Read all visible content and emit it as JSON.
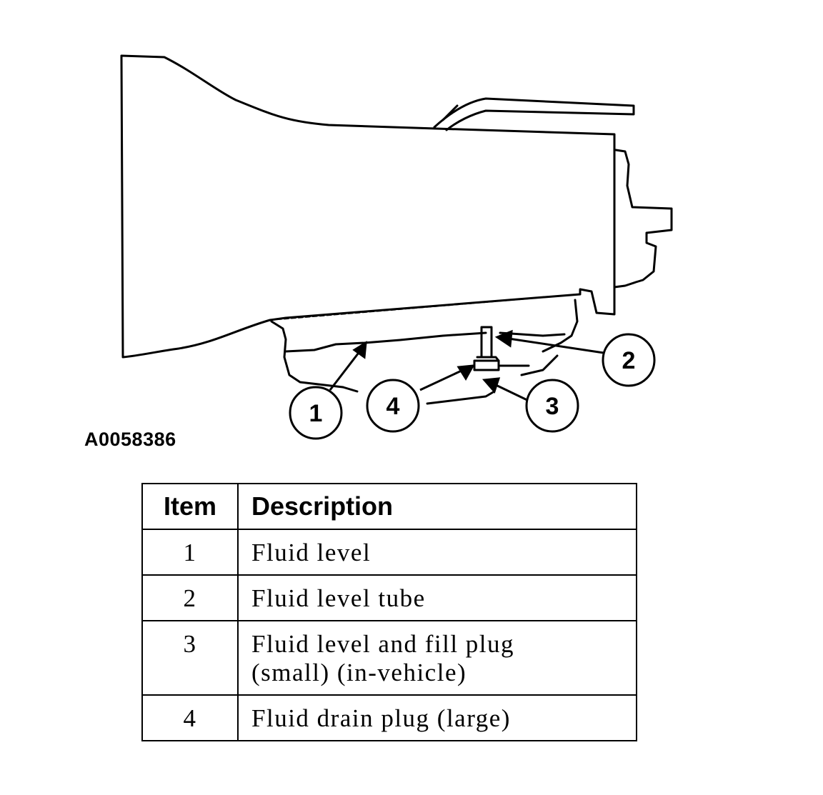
{
  "figure": {
    "id": "A0058386",
    "callouts": [
      "1",
      "2",
      "3",
      "4"
    ]
  },
  "legend": {
    "headers": {
      "item": "Item",
      "description": "Description"
    },
    "rows": [
      {
        "item": "1",
        "description": "Fluid level"
      },
      {
        "item": "2",
        "description": "Fluid level tube"
      },
      {
        "item": "3",
        "description": "Fluid level and fill plug\n(small) (in-vehicle)"
      },
      {
        "item": "4",
        "description": "Fluid drain plug (large)"
      }
    ]
  },
  "colors": {
    "line": "#000000",
    "background": "#ffffff"
  }
}
